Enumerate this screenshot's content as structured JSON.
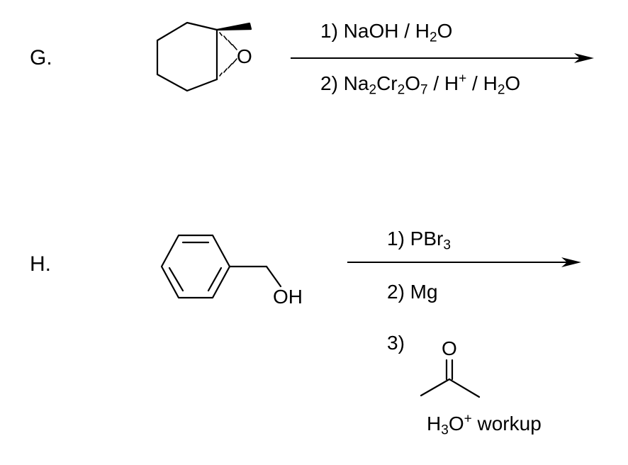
{
  "problems": [
    {
      "label": "G.",
      "reagents": {
        "step1": {
          "prefix": "1) NaOH / H",
          "sub": "2",
          "suffix": "O"
        },
        "step2": {
          "prefix": "2) Na",
          "sub1": "2",
          "mid1": "Cr",
          "sub2": "2",
          "mid2": "O",
          "sub3": "7",
          "mid3": " / H",
          "sup": "+",
          "mid4": " / H",
          "sub4": "2",
          "suffix": "O"
        }
      },
      "structure": {
        "oxygen": "O"
      }
    },
    {
      "label": "H.",
      "reagents": {
        "step1": {
          "prefix": "1) PBr",
          "sub": "3"
        },
        "step2": "2) Mg",
        "step3": "3)",
        "workup": {
          "prefix": "H",
          "sub": "3",
          "mid": "O",
          "sup": "+",
          "suffix": " workup"
        }
      },
      "structure": {
        "hydroxyl": "OH",
        "ketone_oxygen": "O"
      }
    }
  ]
}
